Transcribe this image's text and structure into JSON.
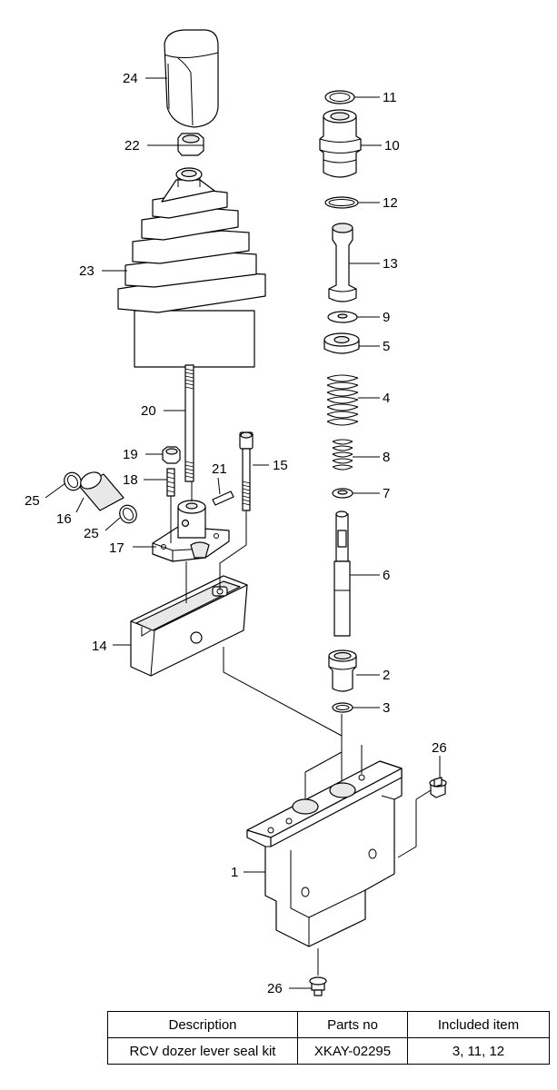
{
  "callouts": {
    "c1": "1",
    "c2": "2",
    "c3": "3",
    "c4": "4",
    "c5": "5",
    "c6": "6",
    "c7": "7",
    "c8": "8",
    "c9": "9",
    "c10": "10",
    "c11": "11",
    "c12": "12",
    "c13": "13",
    "c14": "14",
    "c15": "15",
    "c16": "16",
    "c17": "17",
    "c18": "18",
    "c19": "19",
    "c20": "20",
    "c21": "21",
    "c22": "22",
    "c23": "23",
    "c24": "24",
    "c25a": "25",
    "c25b": "25",
    "c26a": "26",
    "c26b": "26"
  },
  "table": {
    "headers": [
      "Description",
      "Parts no",
      "Included item"
    ],
    "row": [
      "RCV dozer lever seal kit",
      "XKAY-02295",
      "3, 11, 12"
    ]
  }
}
